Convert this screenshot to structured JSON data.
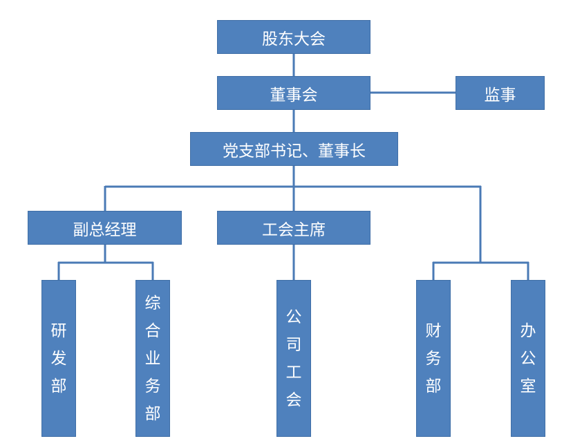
{
  "org_chart": {
    "nodes": {
      "shareholders_meeting": "股东大会",
      "board_of_directors": "董事会",
      "supervisor": "监事",
      "party_secretary_chairman": "党支部书记、董事长",
      "deputy_general_manager": "副总经理",
      "union_chairman": "工会主席",
      "rd_department": "研发部",
      "general_affairs_department": "综合业务部",
      "company_union": "公司工会",
      "finance_department": "财务部",
      "office": "办公室"
    },
    "relations": [
      [
        "shareholders_meeting",
        "board_of_directors"
      ],
      [
        "board_of_directors",
        "supervisor"
      ],
      [
        "board_of_directors",
        "party_secretary_chairman"
      ],
      [
        "party_secretary_chairman",
        "deputy_general_manager"
      ],
      [
        "party_secretary_chairman",
        "union_chairman"
      ],
      [
        "party_secretary_chairman",
        "finance_department"
      ],
      [
        "party_secretary_chairman",
        "office"
      ],
      [
        "deputy_general_manager",
        "rd_department"
      ],
      [
        "deputy_general_manager",
        "general_affairs_department"
      ],
      [
        "union_chairman",
        "company_union"
      ]
    ],
    "colors": {
      "box_fill": "#4f81bd",
      "connector": "#4a7ab5",
      "text": "#ffffff"
    }
  }
}
